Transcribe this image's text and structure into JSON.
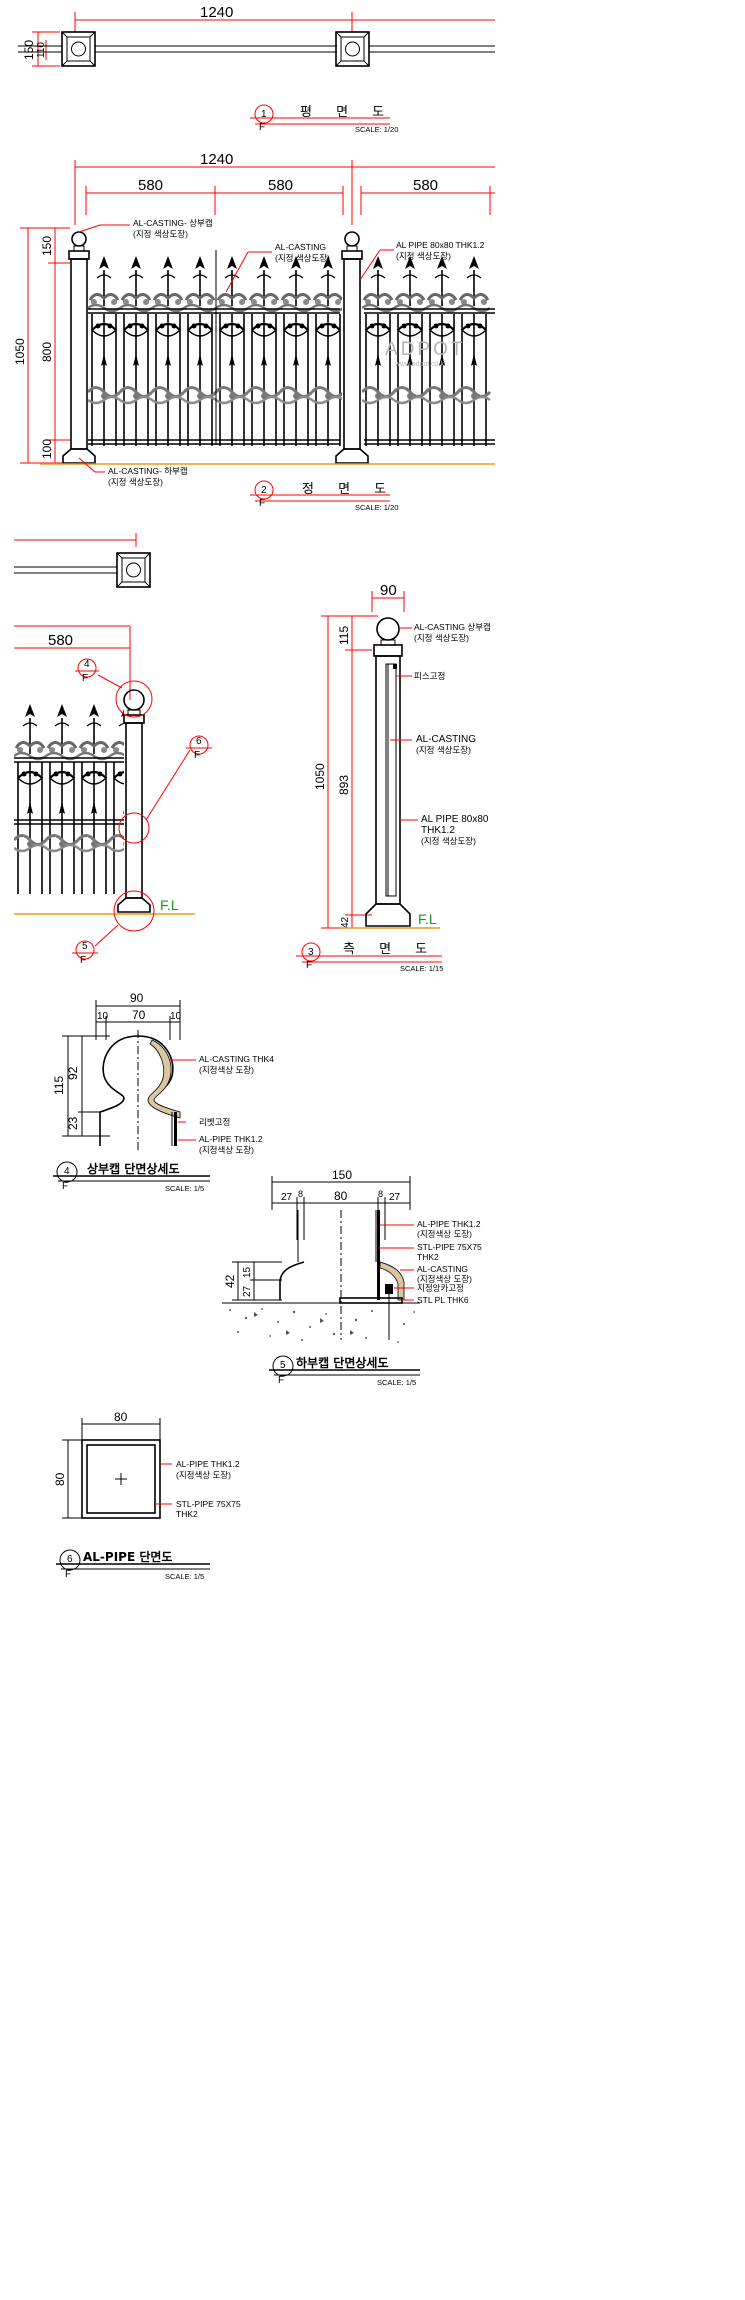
{
  "watermark": {
    "brand": "ADPOT",
    "url": "www.adpot.co.kr"
  },
  "views": {
    "plan": {
      "dim_total": "1240",
      "dim_h": "150",
      "dim_h_inner": "110",
      "title_no": "1",
      "title_f": "F",
      "title": "평 면 도",
      "scale": "SCALE: 1/20"
    },
    "front": {
      "dim_total": "1240",
      "dim_span_1": "580",
      "dim_span_2": "580",
      "dim_span_3": "580",
      "dim_h_cap": "150",
      "dim_h_total": "1050",
      "dim_h_panel": "800",
      "dim_h_base": "100",
      "callout_cap": "AL-CASTING- 상부캡",
      "callout_cap_sub": "(지정 색상도장)",
      "callout_casting": "AL-CASTING",
      "callout_casting_sub": "(지정 색상도장)",
      "callout_pipe": "AL PIPE 80x80 THK1.2",
      "callout_pipe_sub": "(지정 색상도장)",
      "callout_base": "AL-CASTING- 하부캡",
      "callout_base_sub": "(지정 색상도장)",
      "title_no": "2",
      "title_f": "F",
      "title": "정 면 도",
      "scale": "SCALE: 1/20"
    },
    "detail_key": {
      "dim_span": "580",
      "mark_4": "4",
      "mark_5": "5",
      "mark_6": "6",
      "mark_f": "F",
      "fl": "F.L"
    },
    "side": {
      "dim_w": "90",
      "dim_cap": "115",
      "dim_total": "1050",
      "dim_body": "893",
      "dim_base": "42",
      "callout_cap": "AL-CASTING 상부캡",
      "callout_cap_sub": "(지정 색상도장)",
      "callout_screw": "피스고정",
      "callout_casting": "AL-CASTING",
      "callout_casting_sub": "(지정 색상도장)",
      "callout_pipe": "AL PIPE 80x80",
      "callout_pipe_2": "THK1.2",
      "callout_pipe_sub": "(지정 색상도장)",
      "fl": "F.L",
      "title_no": "3",
      "title_f": "F",
      "title": "측 면 도",
      "scale": "SCALE: 1/15"
    },
    "detail_top": {
      "dim_w": "90",
      "dim_a": "10",
      "dim_b": "70",
      "dim_c": "10",
      "dim_h": "115",
      "dim_h_ball": "92",
      "dim_h_neck": "23",
      "callout_casting": "AL-CASTING THK4",
      "callout_casting_sub": "(지정색상 도장)",
      "callout_rivet": "리벳고정",
      "callout_pipe": "AL-PIPE THK1.2",
      "callout_pipe_sub": "(지정색상 도장)",
      "title_no": "4",
      "title_f": "F",
      "title": "상부캡 단면상세도",
      "scale": "SCALE: 1/5"
    },
    "detail_bottom": {
      "dim_w": "150",
      "dim_a": "27",
      "dim_b": "8",
      "dim_c": "80",
      "dim_d": "8",
      "dim_e": "27",
      "dim_h": "42",
      "dim_h_a": "27",
      "dim_h_b": "15",
      "callout_pipe": "AL-PIPE THK1.2",
      "callout_pipe_sub": "(지정색상 도장)",
      "callout_stl": "STL-PIPE 75X75",
      "callout_stl_2": "THK2",
      "callout_casting": "AL-CASTING",
      "callout_casting_sub": "(지정색상 도장)",
      "callout_anchor": "지정앙카고정",
      "callout_plate": "STL PL THK6",
      "title_no": "5",
      "title_f": "F",
      "title": "하부캡 단면상세도",
      "scale": "SCALE: 1/5"
    },
    "detail_pipe": {
      "dim_w": "80",
      "dim_h": "80",
      "callout_pipe": "AL-PIPE THK1.2",
      "callout_pipe_sub": "(지정색상 도장)",
      "callout_stl": "STL-PIPE 75X75",
      "callout_stl_2": "THK2",
      "title_no": "6",
      "title_f": "F",
      "title": "AL-PIPE 단면도",
      "scale": "SCALE: 1/5"
    }
  }
}
